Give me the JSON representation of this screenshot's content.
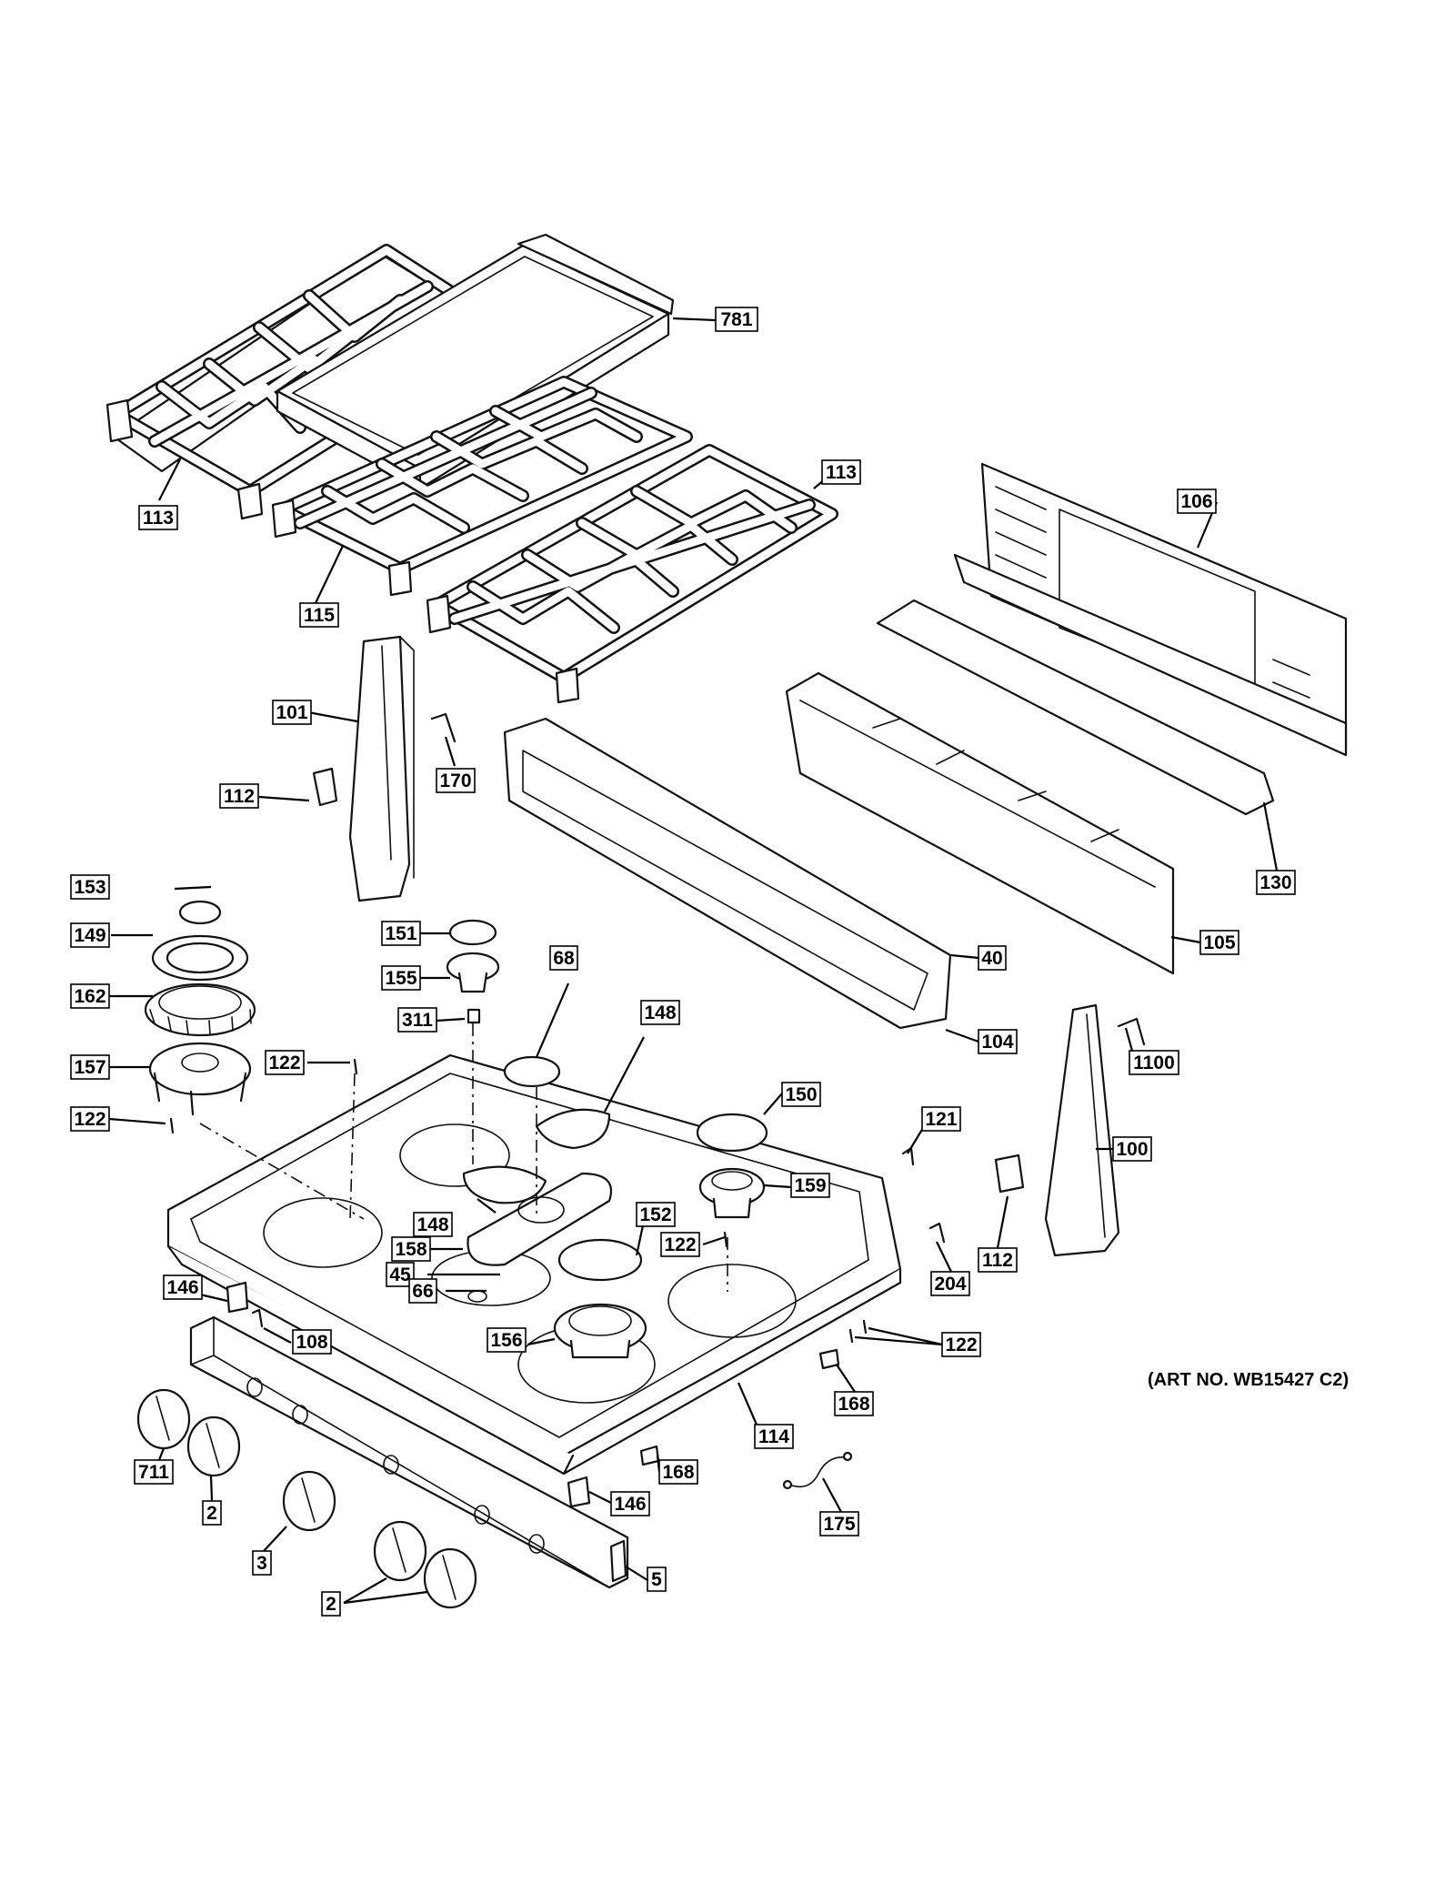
{
  "art_number": "(ART NO. WB15427 C2)",
  "callouts": [
    {
      "id": "c781",
      "label": "781"
    },
    {
      "id": "c113a",
      "label": "113"
    },
    {
      "id": "c113b",
      "label": "113"
    },
    {
      "id": "c115",
      "label": "115"
    },
    {
      "id": "c106",
      "label": "106"
    },
    {
      "id": "c101",
      "label": "101"
    },
    {
      "id": "c170",
      "label": "170"
    },
    {
      "id": "c112a",
      "label": "112"
    },
    {
      "id": "c130",
      "label": "130"
    },
    {
      "id": "c105",
      "label": "105"
    },
    {
      "id": "c153",
      "label": "153"
    },
    {
      "id": "c149",
      "label": "149"
    },
    {
      "id": "c162",
      "label": "162"
    },
    {
      "id": "c157",
      "label": "157"
    },
    {
      "id": "c122a",
      "label": "122"
    },
    {
      "id": "c122b",
      "label": "122"
    },
    {
      "id": "c151",
      "label": "151"
    },
    {
      "id": "c155",
      "label": "155"
    },
    {
      "id": "c68",
      "label": "68"
    },
    {
      "id": "c148a",
      "label": "148"
    },
    {
      "id": "c40",
      "label": "40"
    },
    {
      "id": "c311",
      "label": "311"
    },
    {
      "id": "c104",
      "label": "104"
    },
    {
      "id": "c1100",
      "label": "1100"
    },
    {
      "id": "c150",
      "label": "150"
    },
    {
      "id": "c121",
      "label": "121"
    },
    {
      "id": "c100",
      "label": "100"
    },
    {
      "id": "c159",
      "label": "159"
    },
    {
      "id": "c148b",
      "label": "148"
    },
    {
      "id": "c152",
      "label": "152"
    },
    {
      "id": "c158",
      "label": "158"
    },
    {
      "id": "c122c",
      "label": "122"
    },
    {
      "id": "c112b",
      "label": "112"
    },
    {
      "id": "c204",
      "label": "204"
    },
    {
      "id": "c45",
      "label": "45"
    },
    {
      "id": "c66",
      "label": "66"
    },
    {
      "id": "c146a",
      "label": "146"
    },
    {
      "id": "c108",
      "label": "108"
    },
    {
      "id": "c156",
      "label": "156"
    },
    {
      "id": "c122d",
      "label": "122"
    },
    {
      "id": "c168a",
      "label": "168"
    },
    {
      "id": "c114",
      "label": "114"
    },
    {
      "id": "c711",
      "label": "711"
    },
    {
      "id": "c2a",
      "label": "2"
    },
    {
      "id": "c168b",
      "label": "168"
    },
    {
      "id": "c146b",
      "label": "146"
    },
    {
      "id": "c175",
      "label": "175"
    },
    {
      "id": "c3",
      "label": "3"
    },
    {
      "id": "c5",
      "label": "5"
    },
    {
      "id": "c2b",
      "label": "2"
    }
  ]
}
